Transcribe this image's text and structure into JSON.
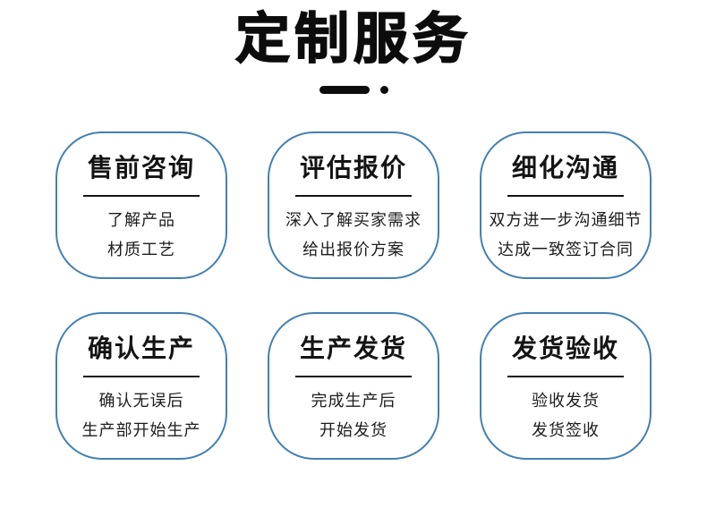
{
  "page": {
    "title": "定制服务",
    "accent_color": "#4380b2",
    "text_color": "#141414"
  },
  "cards": [
    {
      "title": "售前咨询",
      "lines": [
        "了解产品",
        "材质工艺"
      ]
    },
    {
      "title": "评估报价",
      "lines": [
        "深入了解买家需求",
        "给出报价方案"
      ]
    },
    {
      "title": "细化沟通",
      "lines": [
        "双方进一步沟通细节",
        "达成一致签订合同"
      ]
    },
    {
      "title": "确认生产",
      "lines": [
        "确认无误后",
        "生产部开始生产"
      ]
    },
    {
      "title": "生产发货",
      "lines": [
        "完成生产后",
        "开始发货"
      ]
    },
    {
      "title": "发货验收",
      "lines": [
        "验收发货",
        "发货签收"
      ]
    }
  ]
}
